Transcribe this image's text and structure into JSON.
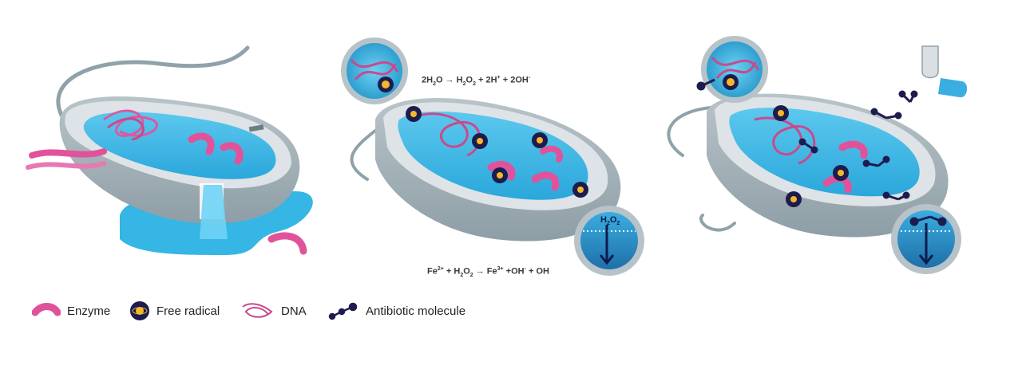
{
  "equations": {
    "water": [
      "2H",
      "2",
      "O → H",
      "2",
      "O",
      "2",
      " + 2H",
      "+",
      " + 2OH",
      "-",
      ""
    ],
    "fenton": [
      "Fe",
      "2+",
      " + H",
      "2",
      "O",
      "2",
      " → Fe",
      "3+",
      " +OH",
      "-",
      " + OH"
    ]
  },
  "inset_label": [
    "H",
    "2",
    "O",
    "2",
    ""
  ],
  "legend": [
    {
      "id": "enzyme",
      "label": "Enzyme"
    },
    {
      "id": "radical",
      "label": "Free radical"
    },
    {
      "id": "dna",
      "label": "DNA"
    },
    {
      "id": "antibiotic",
      "label": "Antibiotic molecule"
    }
  ],
  "colors": {
    "cell_wall": "#c6cfd3",
    "cell_wall_dark": "#97a6ad",
    "cytoplasm": "#3fb9e6",
    "enzyme": "#e0539b",
    "dna": "#c94a8c",
    "radical_core": "#f4b82a",
    "radical_bg": "#1d1c4f",
    "antibiotic": "#1d1c4f",
    "flagella": "#8fa2aa"
  }
}
